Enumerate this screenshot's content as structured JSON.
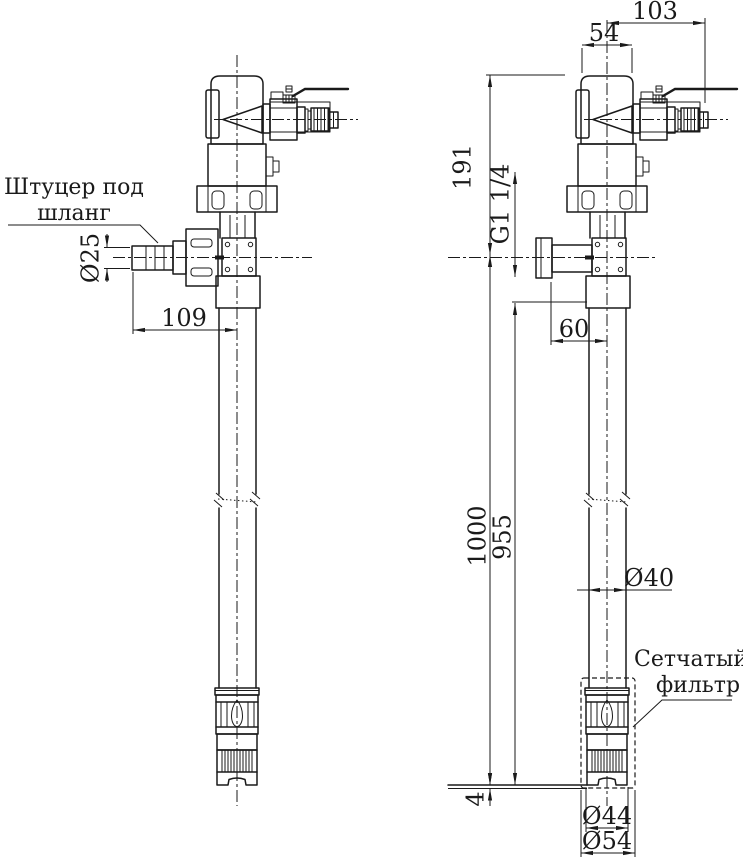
{
  "drawing": {
    "dims": {
      "top_offset": "103",
      "head_width": "54",
      "head_height": "191",
      "thread": "G1 1/4",
      "outlet_offset": "60",
      "hose_offset": "109",
      "hose_diameter": "Ø25",
      "total_length": "1000",
      "tube_length": "955",
      "tube_diameter": "Ø40",
      "foot_gap": "4",
      "filter_diameter_inner": "Ø44",
      "filter_diameter_outer": "Ø54"
    },
    "labels": {
      "hose_line1": "Штуцер под",
      "hose_line2": "шланг",
      "filter_line1": "Сетчатый",
      "filter_line2": "фильтр"
    },
    "colors": {
      "line": "#1a1a1a",
      "background": "#ffffff"
    }
  }
}
